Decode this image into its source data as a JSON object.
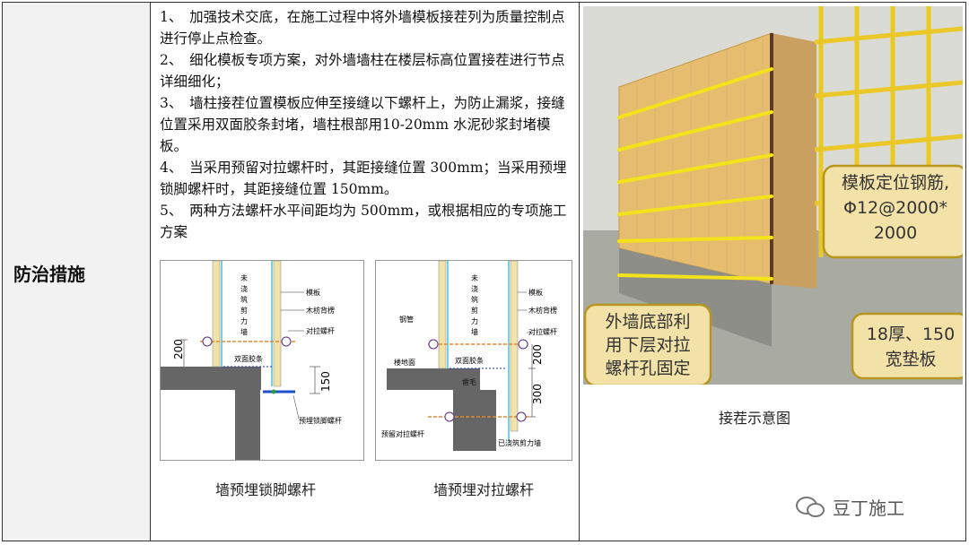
{
  "table": {
    "row_label": "防治措施",
    "items": [
      "1、　加强技术交底，在施工过程中将外墙模板接茬列为质量控制点进行停止点检查。",
      "2、　细化模板专项方案，对外墙墙柱在楼层标高位置接茬进行节点详细细化；",
      "3、　墙柱接茬位置模板应伸至接缝以下螺杆上，为防止漏浆，接缝位置采用双面胶条封堵，墙柱根部用10-20mm 水泥砂浆封堵模板。",
      "4、　当采用预留对拉螺杆时，其距接缝位置 300mm；当采用预埋锁脚螺杆时，其距接缝位置 150mm。",
      "5、　两种方法螺杆水平间距均为 500mm，或根据相应的专项施工方案"
    ]
  },
  "figure_left": {
    "caption": "墙预埋锁脚螺杆",
    "wall_text": [
      "未",
      "浇",
      "筑",
      "剪",
      "力",
      "墙"
    ],
    "labels": {
      "formwork": "模板",
      "timber": "木枋背楞",
      "tie_bolt": "对拉螺杆",
      "tape": "双面胶条",
      "anchor_bolt": "预埋锁脚螺杆",
      "dim_200": "200",
      "dim_150": "150"
    }
  },
  "figure_right": {
    "caption": "墙预埋对拉螺杆",
    "wall_text": [
      "未",
      "浇",
      "筑",
      "剪",
      "力",
      "墙"
    ],
    "labels": {
      "formwork": "模板",
      "timber": "木枋背楞",
      "tie_bolt": "对拉螺杆",
      "steel_pipe": "钢管",
      "floor": "楼地面",
      "tape": "双面胶条",
      "roughen": "凿毛",
      "dim_200": "200",
      "dim_300": "300",
      "reserved_bolt": "预留对拉螺杆",
      "poured_wall": "已浇筑剪力墙"
    }
  },
  "photo": {
    "caption": "接茬示意图",
    "callouts": {
      "rebar": [
        "模板定位钢筋,",
        "Φ12@2000*",
        "2000"
      ],
      "bottom": [
        "外墙底部利",
        "用下层对拉",
        "螺杆孔固定"
      ],
      "pad": [
        "18厚、150",
        "宽垫板"
      ]
    }
  },
  "watermark": "豆丁施工",
  "colors": {
    "label_bg": "#f2f2f2",
    "callout_bg": "#f3e2a8",
    "callout_border": "#b8951e",
    "tape": "#6fd3f0",
    "wood": "#f1e2a8",
    "concrete": "#666666"
  }
}
